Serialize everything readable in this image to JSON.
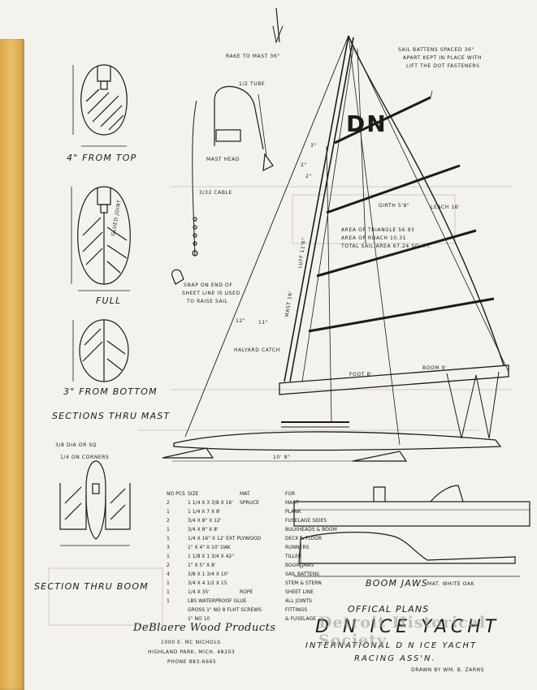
{
  "labels": {
    "sec_top": "4\" FROM TOP",
    "sec_full": "FULL",
    "sec_bottom": "3\" FROM BOTTOM",
    "sections_thru_mast": "SECTIONS THRU MAST",
    "section_thru_boom": "SECTION THRU BOOM",
    "glued_joint": "GLUED JOINT",
    "dia_or_sq": "3/8 DIA OR SQ",
    "on_corners": "1/4 ON CORNERS",
    "tube": "1/2 TUBE",
    "mast_head": "MAST HEAD",
    "cable": "3/32 CABLE",
    "snap_note_1": "SNAP ON END OF",
    "snap_note_2": "SHEET LINE IS USED",
    "snap_note_3": "TO RAISE SAIL",
    "rake": "RAKE TO MAST 36\"",
    "battens_1": "SAIL BATTENS SPACED 36\"",
    "battens_2": "APART KEPT IN PLACE WITH",
    "battens_3": "LIFT THE DOT FASTENERS",
    "sail_mark": "DN",
    "girth": "GIRTH 5'8\"",
    "leach": "LEACH 16'",
    "area_triangle": "AREA OF TRIANGLE 56.93",
    "area_roach": "AREA OF ROACH 10.31",
    "total_area": "TOTAL SAIL AREA 67.24 SQ. FT.",
    "luff": "LUFF 11'6\"",
    "mast": "MAST 16'",
    "halyard": "HALYARD CATCH",
    "foot": "FOOT 8'",
    "boom": "BOOM 9'",
    "length": "10' 8\"",
    "boom_jaws": "BOOM JAWS",
    "boom_jaws_mat": "MAT. WHITE OAK",
    "dim_12": "12\"",
    "dim_11": "11\"",
    "dim_2a": "2\"",
    "dim_2b": "2\"",
    "dim_3": "3\""
  },
  "materials": {
    "headers": [
      "NO PCS",
      "SIZE",
      "MAT.",
      "FOR"
    ],
    "rows": [
      [
        "2",
        "1 1/4 X 3 3/8 X 16'",
        "SPRUCE",
        "MAST"
      ],
      [
        "1",
        "1 1/4 X 7 X 8'",
        "",
        "PLANK"
      ],
      [
        "2",
        "3/4 X 8\" X 12'",
        "",
        "FUSELAGE SIDES"
      ],
      [
        "1",
        "3/4 X 8\" X 8'",
        "",
        "BULKHEADS & BOOM"
      ],
      [
        "1",
        "1/4 X 16\" X 12' EXT PLYWOOD",
        "",
        "DECK & FLOOR"
      ],
      [
        "3",
        "1\" X 4\" X 10' OAK",
        "",
        "RUNNERS"
      ],
      [
        "1",
        "1 1/8 X 1 3/4 X 42\"",
        "",
        "TILLER"
      ],
      [
        "2",
        "1\" X 5\" X 8'",
        "",
        "BOOM JAWS"
      ],
      [
        "4",
        "3/8 X 1 3/4 X 10'",
        "",
        "SAIL BATTENS"
      ],
      [
        "1",
        "3/4 X 4 1/2 X 15",
        "",
        "STEM & STERN"
      ],
      [
        "1",
        "1/4 X 35'",
        "ROPE",
        "SHEET LINE"
      ],
      [
        "1",
        "LBS WATERPROOF GLUE",
        "",
        "ALL JOINTS"
      ],
      [
        "",
        "GROSS 1\" NO 8 FLHT SCREWS",
        "",
        "FITTINGS"
      ],
      [
        "",
        "1\" NO 10",
        "",
        "& FUSELAGE"
      ]
    ]
  },
  "maker": {
    "name": "DeBlaere Wood Products",
    "address": "1000 E. MC NICHOLS",
    "city": "HIGHLAND PARK, MICH. 48203",
    "phone": "PHONE 883-6665"
  },
  "title": {
    "official": "OFFICAL PLANS",
    "main": "D N ICE YACHT",
    "sub1": "INTERNATIONAL D N ICE YACHT",
    "sub2": "RACING ASS'N.",
    "drawn": "DRAWN BY WM. B. ZARNS"
  },
  "watermark": "Detroit Historical Society",
  "colors": {
    "paper": "#f4f2ec",
    "ink": "#1b1b1b",
    "tape": "#e0b25a"
  }
}
